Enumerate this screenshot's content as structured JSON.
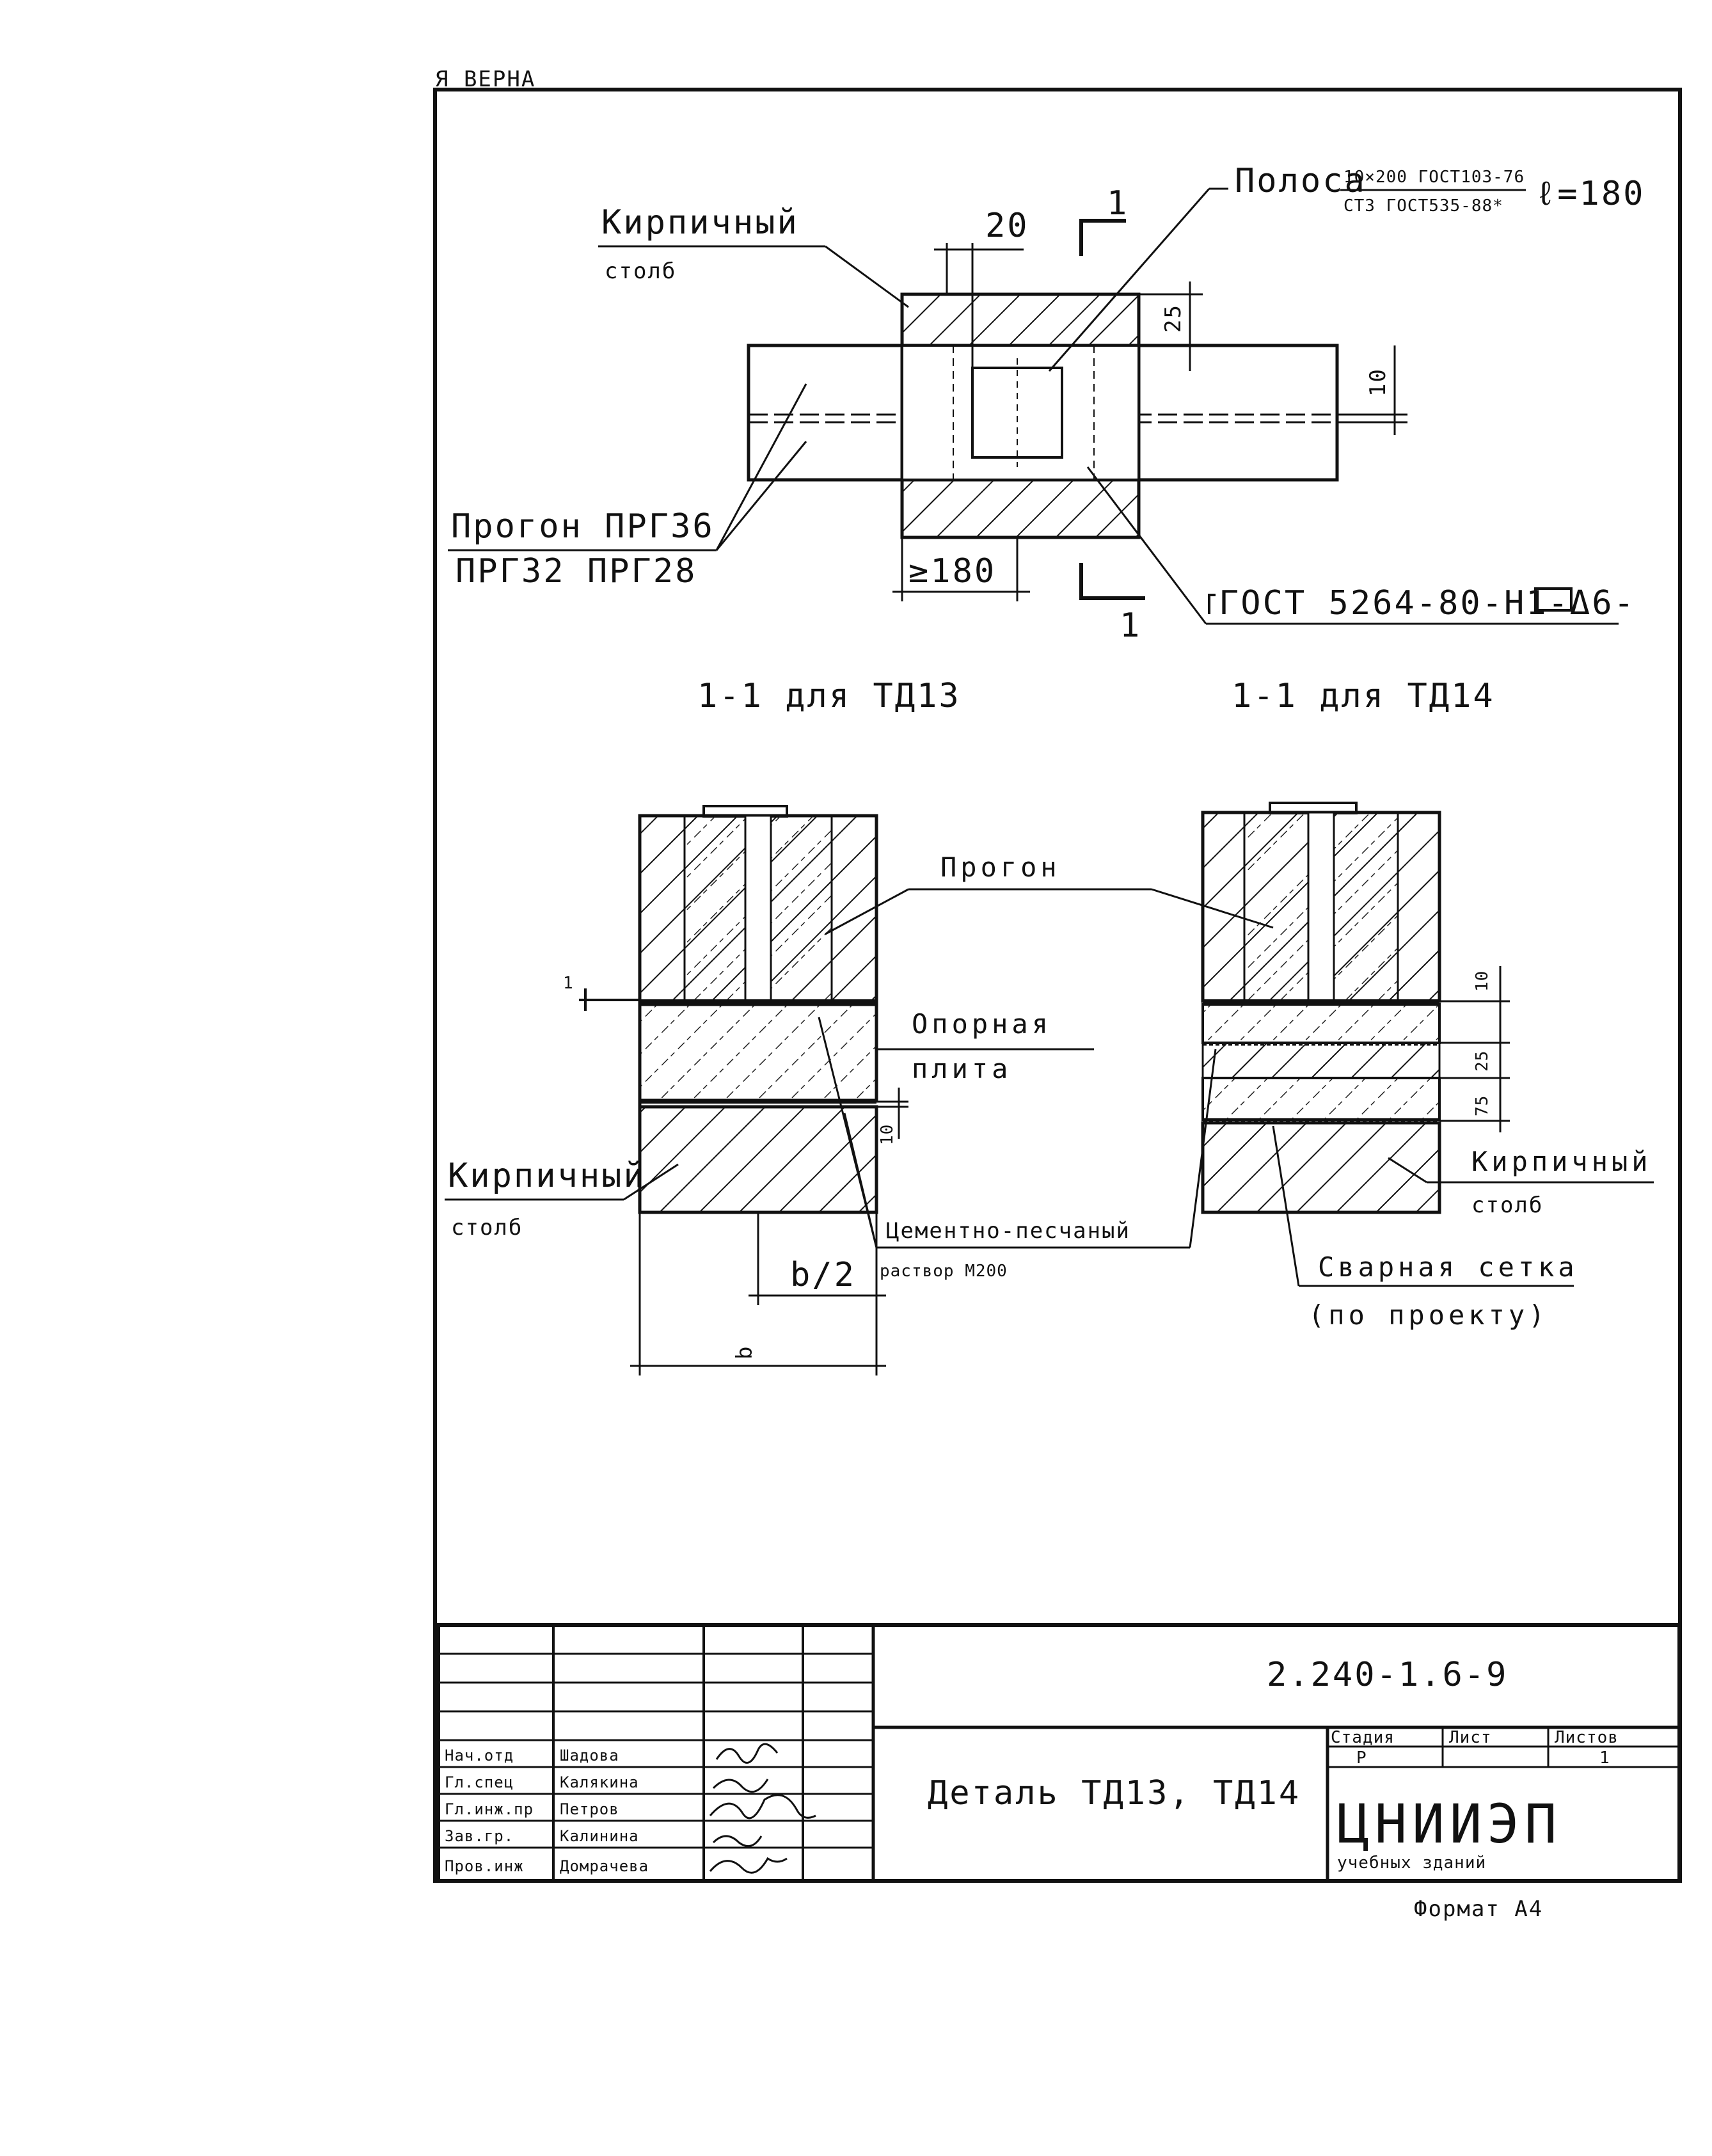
{
  "corner_note": "Я ВЕРНА",
  "plan": {
    "brick_pillar_label_1": "Кирпичный",
    "brick_pillar_label_2": "столб",
    "dim_20": "20",
    "dim_25": "25",
    "dim_10": "10",
    "dim_180": "≥180",
    "section_mark": "1",
    "strip_label": "Полоса",
    "strip_spec_top": "10×200 ГОСТ103-76",
    "strip_spec_bottom": "СТ3 ГОСТ535-88*",
    "strip_length": "ℓ=180",
    "purlin_label_1": "Прогон ПРГ36",
    "purlin_label_2": "ПРГ32  ПРГ28",
    "weld_spec": "ГОСТ 5264-80-Н1-Δ6-"
  },
  "sections": {
    "title_td13": "1-1 для ТД13",
    "title_td14": "1-1 для ТД14",
    "purlin": "Прогон",
    "support_plate_1": "Опорная",
    "support_plate_2": "плита",
    "brick_pillar_1": "Кирпичный",
    "brick_pillar_2": "столб",
    "mortar_1": "Цементно-песчаный",
    "mortar_2": "раствор М200",
    "mesh_1": "Сварная сетка",
    "mesh_2": "(по проекту)",
    "dim_10": "10",
    "dim_25": "25",
    "dim_75": "75",
    "dim_b2": "b/2",
    "dim_b": "b",
    "arrow_mark": "1"
  },
  "title_block": {
    "doc_code": "2.240-1.6-9",
    "title": "Деталь ТД13, ТД14",
    "col_stage": "Стадия",
    "col_sheet": "Лист",
    "col_sheets": "Листов",
    "stage": "Р",
    "sheets_total": "1",
    "org_name": "ЦНИИЭП",
    "org_sub": "учебных зданий",
    "format": "Формат А4",
    "rows": [
      {
        "role": "Нач.отд",
        "name": "Шадова"
      },
      {
        "role": "Гл.спец",
        "name": "Калякина"
      },
      {
        "role": "Гл.инж.пр",
        "name": "Петров"
      },
      {
        "role": "Зав.гр.",
        "name": "Калинина"
      },
      {
        "role": "Пров.инж",
        "name": "Домрачева"
      }
    ]
  }
}
